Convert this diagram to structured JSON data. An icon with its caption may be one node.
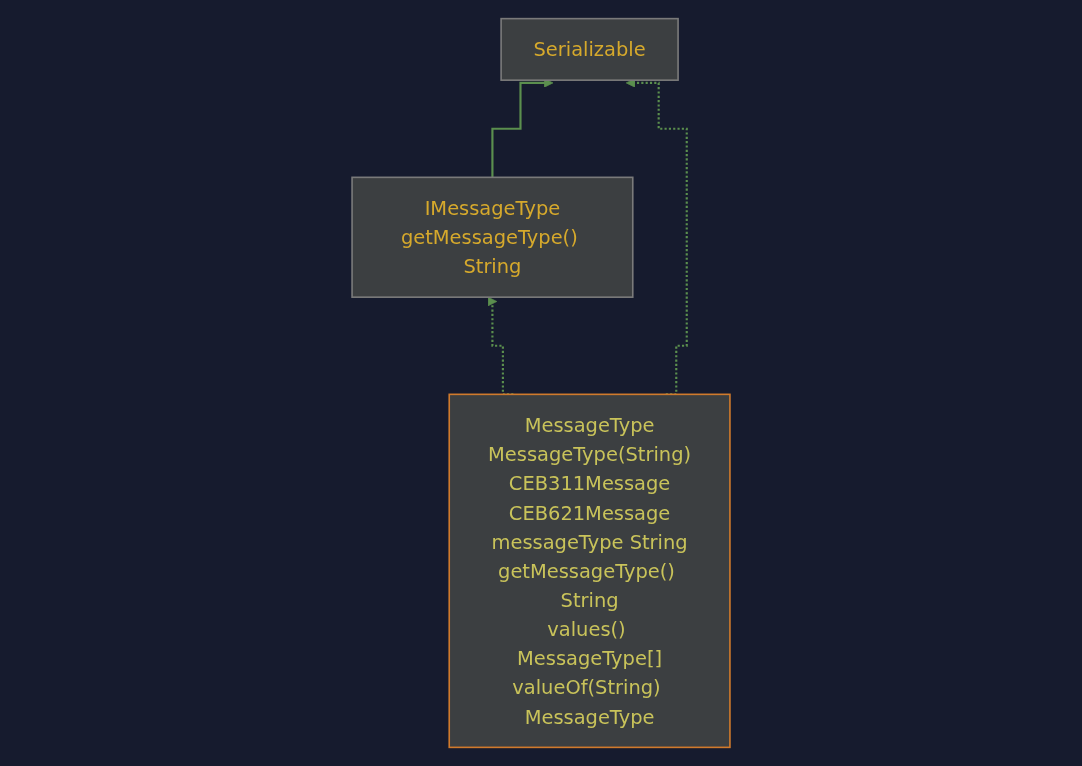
{
  "diagram": {
    "nodes": [
      {
        "text": [
          "Serializable"
        ]
      },
      {
        "text": [
          "IMessageType",
          "getMessageType() String"
        ]
      },
      {
        "text": [
          "MessageType",
          "MessageType(String)",
          "CEB311Message",
          "CEB621Message",
          "messageType String",
          "getMessageType() String",
          "values() MessageType[]",
          "valueOf(String) MessageType"
        ]
      }
    ],
    "edges": [
      {
        "from": 1,
        "to": 0,
        "arrow": "to"
      },
      {
        "from": 2,
        "to": 0,
        "arrow": "to",
        "style": "dashed"
      },
      {
        "from": 2,
        "to": 1,
        "arrow": "to",
        "style": "dashed"
      }
    ]
  }
}
